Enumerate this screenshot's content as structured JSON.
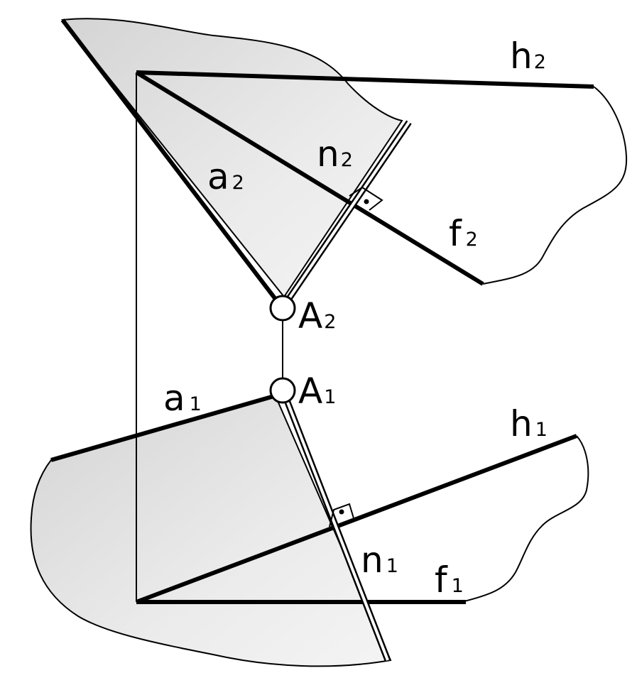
{
  "labels": {
    "h2": {
      "main": "h",
      "sub": "2"
    },
    "n2": {
      "main": "n",
      "sub": "2"
    },
    "a2": {
      "main": "a",
      "sub": "2"
    },
    "f2": {
      "main": "f",
      "sub": "2"
    },
    "A2": {
      "main": "A",
      "sub": "2"
    },
    "A1": {
      "main": "A",
      "sub": "1"
    },
    "a1": {
      "main": "a",
      "sub": "1"
    },
    "h1": {
      "main": "h",
      "sub": "1"
    },
    "n1": {
      "main": "n",
      "sub": "1"
    },
    "f1": {
      "main": "f",
      "sub": "1"
    }
  },
  "colors": {
    "plane_fill": "#e6e6e6",
    "stroke": "#000000",
    "background": "#ffffff"
  }
}
